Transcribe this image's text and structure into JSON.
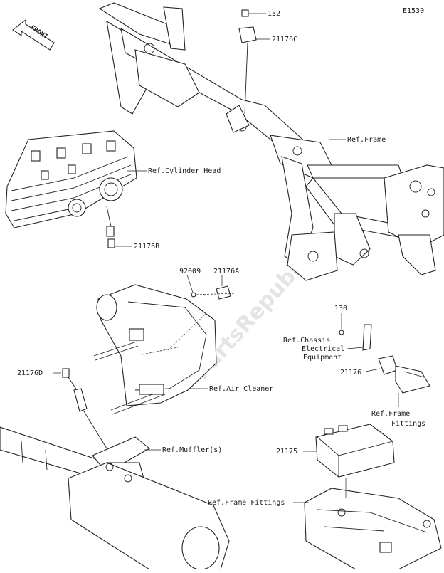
{
  "diagram_code": "E1530",
  "front_label": "FRONT",
  "watermark": "PartsRepublik",
  "callouts": {
    "bolt_132": "132",
    "sensor_21176C": "21176C",
    "ref_frame": "Ref.Frame",
    "ref_cylinder_head": "Ref.Cylinder Head",
    "sensor_21176B": "21176B",
    "screw_92009": "92009",
    "sensor_21176A": "21176A",
    "bolt_130": "130",
    "ref_chassis_1": "Ref.Chassis",
    "ref_chassis_2": "Electrical",
    "ref_chassis_3": "Equipment",
    "sensor_21176": "21176",
    "ref_frame_fittings_1": "Ref.Frame",
    "ref_frame_fittings_2": "Fittings",
    "sensor_21176D": "21176D",
    "ref_air_cleaner": "Ref.Air Cleaner",
    "ref_muffler": "Ref.Muffler(s)",
    "ecu_21175": "21175",
    "ref_frame_fittings_lower": "Ref.Frame Fittings"
  }
}
